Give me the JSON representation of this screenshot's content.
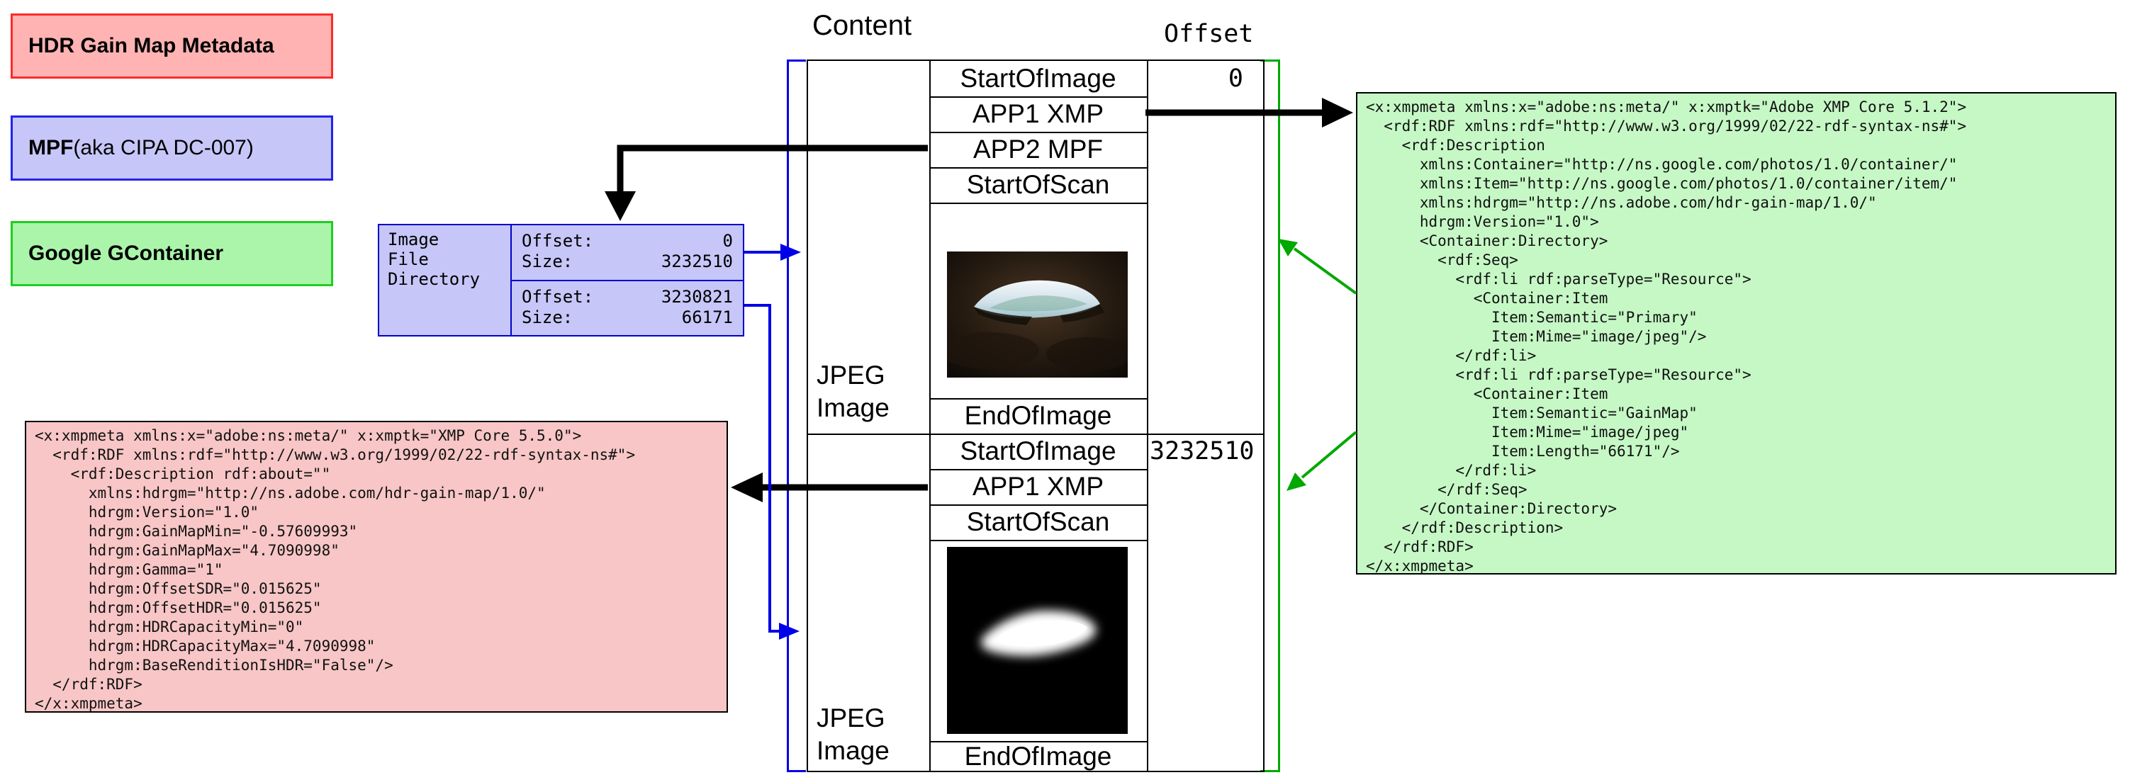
{
  "colors": {
    "red_fill": "#ffb3b3",
    "red_border": "#ff2a2a",
    "blue_fill": "#c6c6f8",
    "blue_border": "#2222ee",
    "green_fill": "#aaf5aa",
    "green_border": "#22cc22",
    "ifd_border": "#0000cc",
    "pink_code_fill": "#f8c6c6",
    "green_code_fill": "#c6f8c6",
    "arrow_black": "#000000",
    "arrow_blue": "#0000e8",
    "arrow_green": "#00a800"
  },
  "legend": {
    "items": [
      {
        "bold": "HDR Gain Map Metadata",
        "rest": ""
      },
      {
        "bold": "MPF",
        "rest": " (aka CIPA DC-007)"
      },
      {
        "bold": "Google GContainer",
        "rest": ""
      }
    ]
  },
  "headers": {
    "content": "Content",
    "offset": "Offset"
  },
  "file_table": {
    "sections": [
      {
        "side_label_lines": [
          "JPEG",
          "Image"
        ],
        "offset_value": "0",
        "rows": [
          "StartOfImage",
          "APP1 XMP",
          "APP2 MPF",
          "StartOfScan",
          "EndOfImage"
        ]
      },
      {
        "side_label_lines": [
          "JPEG",
          "Image"
        ],
        "offset_value": "3232510",
        "rows": [
          "StartOfImage",
          "APP1 XMP",
          "StartOfScan",
          "EndOfImage"
        ]
      }
    ]
  },
  "ifd": {
    "label_lines": [
      "Image",
      "File",
      "Directory"
    ],
    "entries": [
      {
        "offset_label": "Offset:",
        "offset_value": "0",
        "size_label": "Size:",
        "size_value": "3232510"
      },
      {
        "offset_label": "Offset:",
        "offset_value": "3230821",
        "size_label": "Size:",
        "size_value": "66171"
      }
    ]
  },
  "xmp_hdr_gainmap": {
    "code": "<x:xmpmeta xmlns:x=\"adobe:ns:meta/\" x:xmptk=\"XMP Core 5.5.0\">\n  <rdf:RDF xmlns:rdf=\"http://www.w3.org/1999/02/22-rdf-syntax-ns#\">\n    <rdf:Description rdf:about=\"\"\n      xmlns:hdrgm=\"http://ns.adobe.com/hdr-gain-map/1.0/\"\n      hdrgm:Version=\"1.0\"\n      hdrgm:GainMapMin=\"-0.57609993\"\n      hdrgm:GainMapMax=\"4.7090998\"\n      hdrgm:Gamma=\"1\"\n      hdrgm:OffsetSDR=\"0.015625\"\n      hdrgm:OffsetHDR=\"0.015625\"\n      hdrgm:HDRCapacityMin=\"0\"\n      hdrgm:HDRCapacityMax=\"4.7090998\"\n      hdrgm:BaseRenditionIsHDR=\"False\"/>\n  </rdf:RDF>\n</x:xmpmeta>"
  },
  "xmp_gcontainer": {
    "code": "<x:xmpmeta xmlns:x=\"adobe:ns:meta/\" x:xmptk=\"Adobe XMP Core 5.1.2\">\n  <rdf:RDF xmlns:rdf=\"http://www.w3.org/1999/02/22-rdf-syntax-ns#\">\n    <rdf:Description\n      xmlns:Container=\"http://ns.google.com/photos/1.0/container/\"\n      xmlns:Item=\"http://ns.google.com/photos/1.0/container/item/\"\n      xmlns:hdrgm=\"http://ns.adobe.com/hdr-gain-map/1.0/\"\n      hdrgm:Version=\"1.0\">\n      <Container:Directory>\n        <rdf:Seq>\n          <rdf:li rdf:parseType=\"Resource\">\n            <Container:Item\n              Item:Semantic=\"Primary\"\n              Item:Mime=\"image/jpeg\"/>\n          </rdf:li>\n          <rdf:li rdf:parseType=\"Resource\">\n            <Container:Item\n              Item:Semantic=\"GainMap\"\n              Item:Mime=\"image/jpeg\"\n              Item:Length=\"66171\"/>\n          </rdf:li>\n        </rdf:Seq>\n      </Container:Directory>\n    </rdf:Description>\n  </rdf:RDF>\n</x:xmpmeta>"
  }
}
